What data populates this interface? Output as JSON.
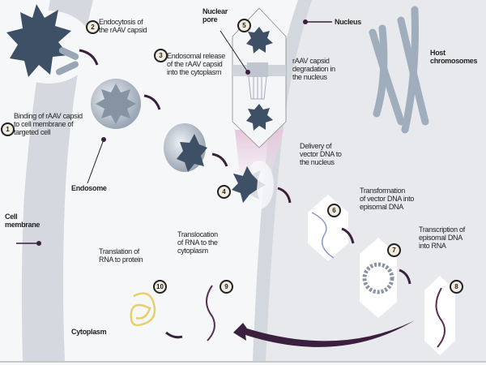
{
  "steps": [
    {
      "number": "1",
      "text": "Binding of rAAV capsid\nto cell membrane of\ntargeted cell"
    },
    {
      "number": "2",
      "text": "Endocytosis of\nthe rAAV capsid"
    },
    {
      "number": "3",
      "text": "Endosomal release\nof the rAAV capsid\ninto the cytoplasm"
    },
    {
      "number": "4",
      "text": ""
    },
    {
      "number": "5",
      "text": "rAAV capsid\ndegradation in\nthe nucleus"
    },
    {
      "number": "6",
      "text": "Delivery of\nvector DNA to\nthe nucleus"
    },
    {
      "number": "7",
      "text": "Transformation\nof vector DNA into\nepisomal DNA"
    },
    {
      "number": "8",
      "text": "Transcription of\nepisomal DNA\ninto RNA"
    },
    {
      "number": "9",
      "text": "Translocation\nof RNA to the\ncytoplasm"
    },
    {
      "number": "10",
      "text": "Translation of\nRNA to protein"
    }
  ],
  "labels": {
    "nuclear_pore": "Nuclear\npore",
    "nucleus": "Nucleus",
    "host_chromosomes": "Host\nchromosomes",
    "endosome": "Endosome",
    "cell_membrane": "Cell\nmembrane",
    "cytoplasm": "Cytoplasm"
  },
  "colors": {
    "capsid": "#3e5066",
    "arrow": "#3a1f3f",
    "membrane": "#d5d9df",
    "nucleus_bg": "#e7e9ec",
    "protein": "#e8cf6a"
  }
}
